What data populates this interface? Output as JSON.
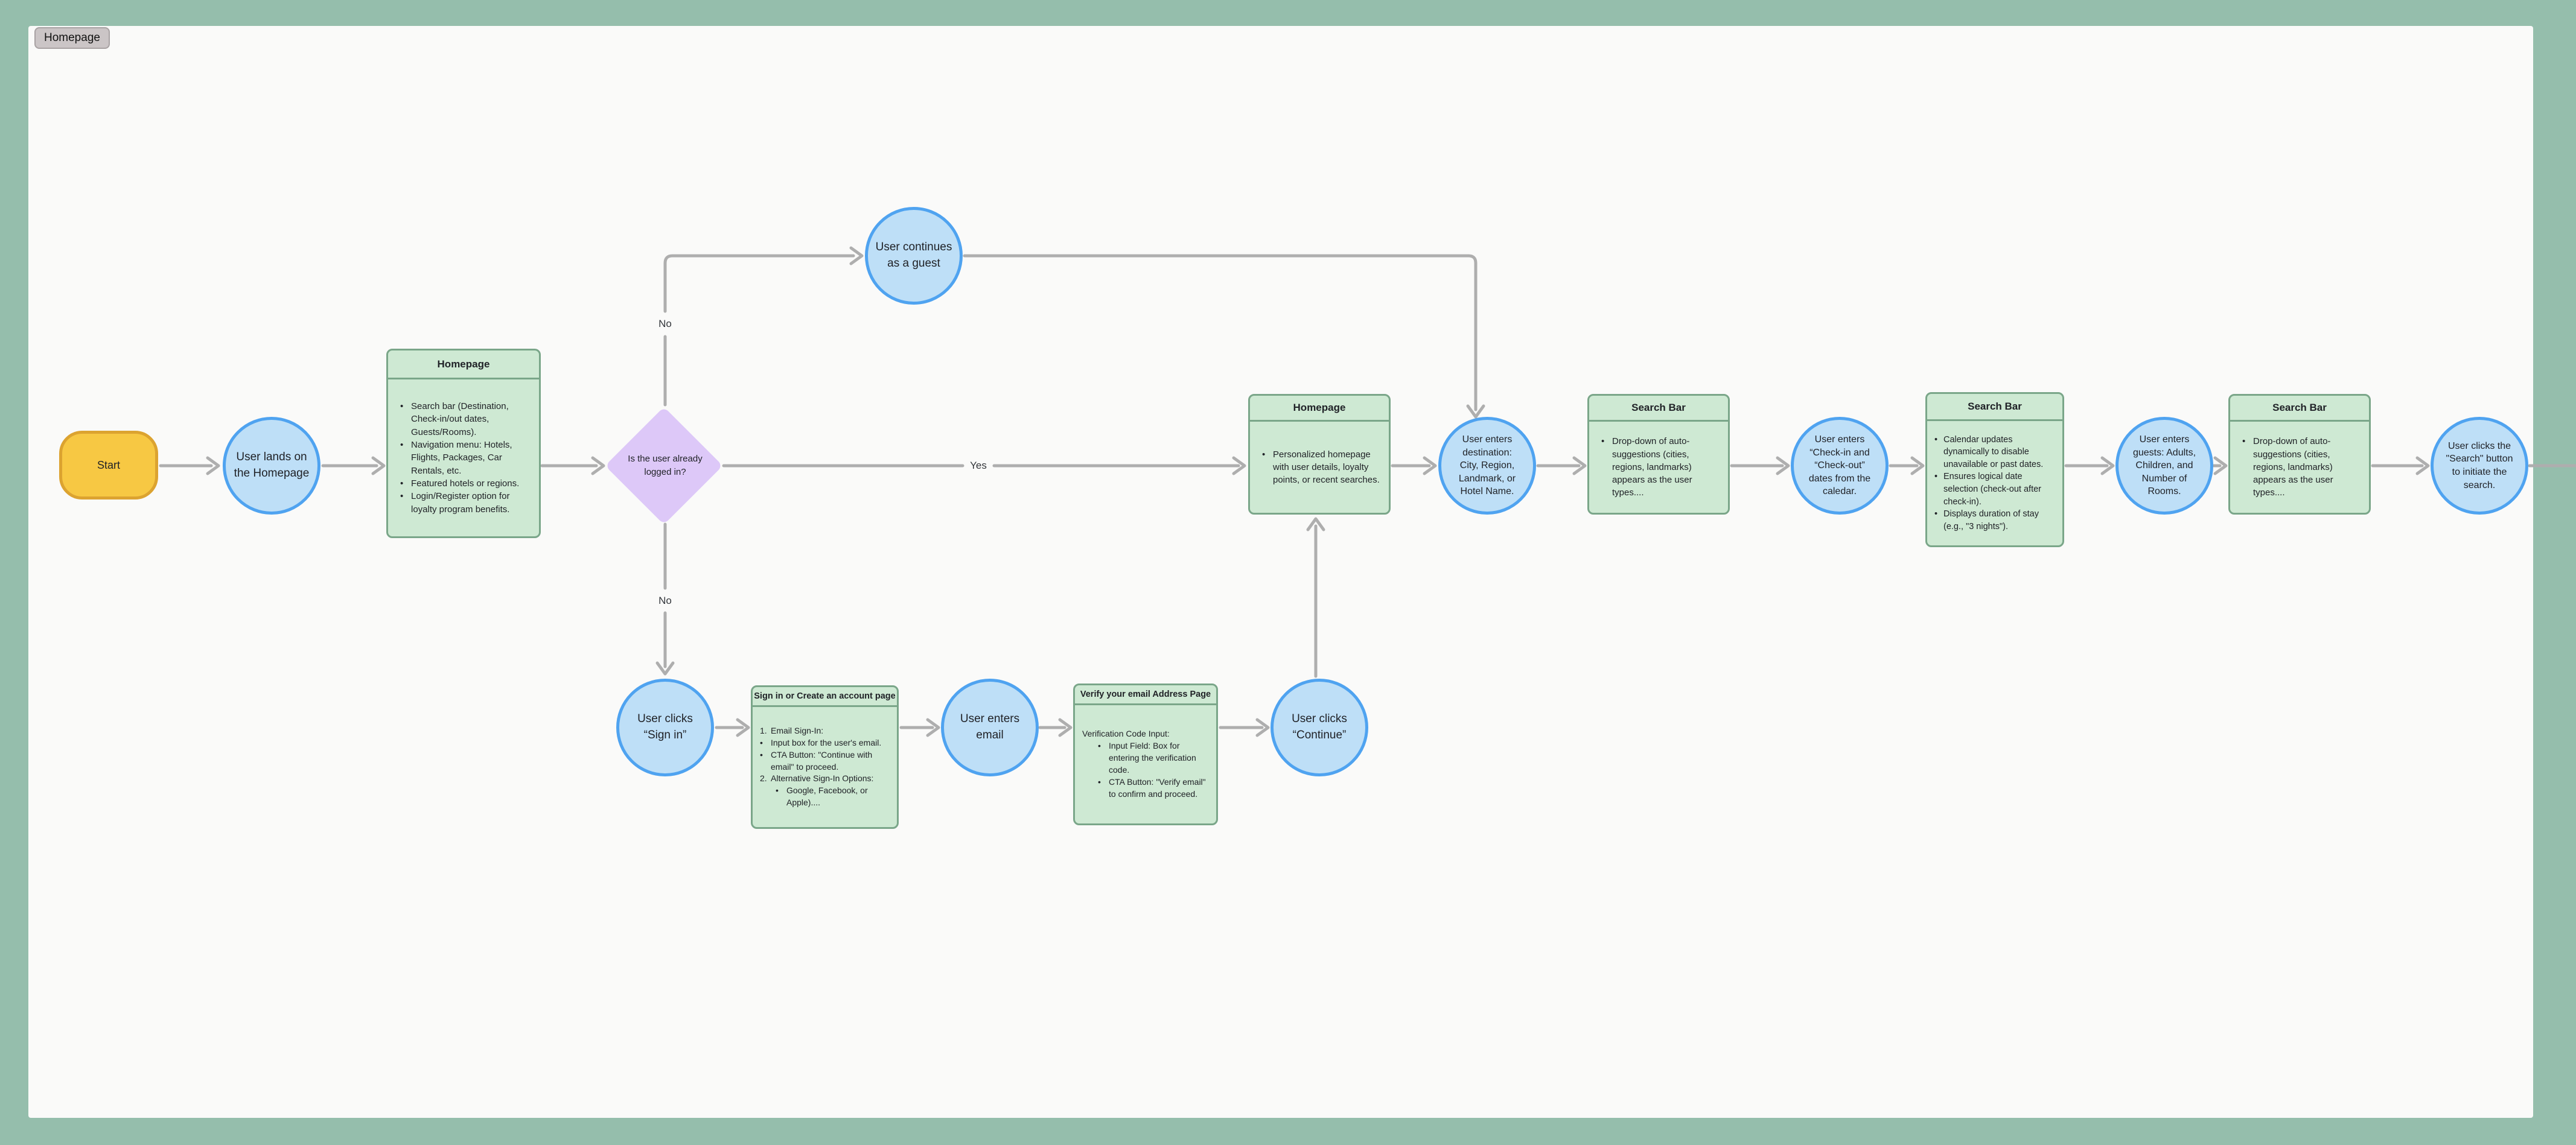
{
  "tab": {
    "label": "Homepage"
  },
  "edge_labels": {
    "yes": "Yes",
    "no_up": "No",
    "no_down": "No"
  },
  "colors": {
    "frame": "#95BEAC",
    "canvas": "#FAFAF9",
    "blue_fill": "#BEDFF7",
    "blue_border": "#4FA3F0",
    "green_fill": "#CEE9D3",
    "green_border": "#7AA689",
    "yellow_fill": "#F7C843",
    "yellow_border": "#DCA330",
    "purple_fill": "#DDC8F8",
    "connector": "#AEAEAE",
    "tab_fill": "#CBC5C6"
  },
  "nodes": {
    "start": {
      "label": "Start"
    },
    "lands_homepage": {
      "label": "User lands on the Homepage"
    },
    "homepage_initial": {
      "title": "Homepage",
      "items": [
        {
          "marker": "•",
          "text": "Search bar (Destination, Check-in/out dates, Guests/Rooms).",
          "indent": 0
        },
        {
          "marker": "•",
          "text": "Navigation menu: Hotels, Flights, Packages, Car Rentals, etc.",
          "indent": 0
        },
        {
          "marker": "•",
          "text": "Featured hotels or regions.",
          "indent": 0
        },
        {
          "marker": "•",
          "text": "Login/Register option for loyalty program benefits.",
          "indent": 0
        }
      ]
    },
    "login_decision": {
      "label": "Is the user already logged in?"
    },
    "guest": {
      "label": "User continues as a guest"
    },
    "click_sign_in": {
      "label": "User clicks “Sign in”"
    },
    "sign_in_page": {
      "title": "Sign in or Create an account page",
      "items": [
        {
          "marker": "1.",
          "text": "Email Sign-In:",
          "indent": 0
        },
        {
          "marker": "•",
          "text": "Input box for the user's email.",
          "indent": 0
        },
        {
          "marker": "•",
          "text": "CTA Button: \"Continue with email\" to proceed.",
          "indent": 0
        },
        {
          "marker": "2.",
          "text": "Alternative Sign-In Options:",
          "indent": 0
        },
        {
          "marker": "•",
          "text": "Google, Facebook, or Apple)....",
          "indent": 1
        }
      ]
    },
    "enter_email": {
      "label": "User enters email"
    },
    "verify_email_page": {
      "title": "Verify your email Address Page",
      "items": [
        {
          "marker": "",
          "text": "Verification Code Input:",
          "indent": 0
        },
        {
          "marker": "•",
          "text": "Input Field: Box for entering the verification code.",
          "indent": 1
        },
        {
          "marker": "•",
          "text": "CTA Button: \"Verify email\" to confirm and proceed.",
          "indent": 1
        }
      ]
    },
    "click_continue": {
      "label": "User clicks “Continue”"
    },
    "homepage_personalized": {
      "title": "Homepage",
      "items": [
        {
          "marker": "•",
          "text": "Personalized homepage with user details, loyalty points, or recent searches.",
          "indent": 0
        }
      ]
    },
    "enter_destination": {
      "label": "User enters destination: City, Region, Landmark, or Hotel Name."
    },
    "search_bar_destination": {
      "title": "Search Bar",
      "items": [
        {
          "marker": "•",
          "text": "Drop-down of auto-suggestions (cities, regions, landmarks) appears as the user types....",
          "indent": 0
        }
      ]
    },
    "enter_dates": {
      "label": "User enters “Check-in and “Check-out” dates from the caledar."
    },
    "search_bar_dates": {
      "title": "Search Bar",
      "items": [
        {
          "marker": "•",
          "text": "Calendar updates dynamically to disable unavailable or past dates.",
          "indent": 0
        },
        {
          "marker": "•",
          "text": "Ensures logical date selection (check-out after check-in).",
          "indent": 0
        },
        {
          "marker": "•",
          "text": "Displays duration of stay (e.g., \"3 nights\").",
          "indent": 0
        }
      ]
    },
    "enter_guests": {
      "label": "User enters guests: Adults, Children, and Number of Rooms."
    },
    "search_bar_guests": {
      "title": "Search Bar",
      "items": [
        {
          "marker": "•",
          "text": "Drop-down of auto-suggestions (cities, regions, landmarks) appears as the user types....",
          "indent": 0
        }
      ]
    },
    "click_search": {
      "label": "User clicks the \"Search\" button to initiate the search."
    }
  }
}
